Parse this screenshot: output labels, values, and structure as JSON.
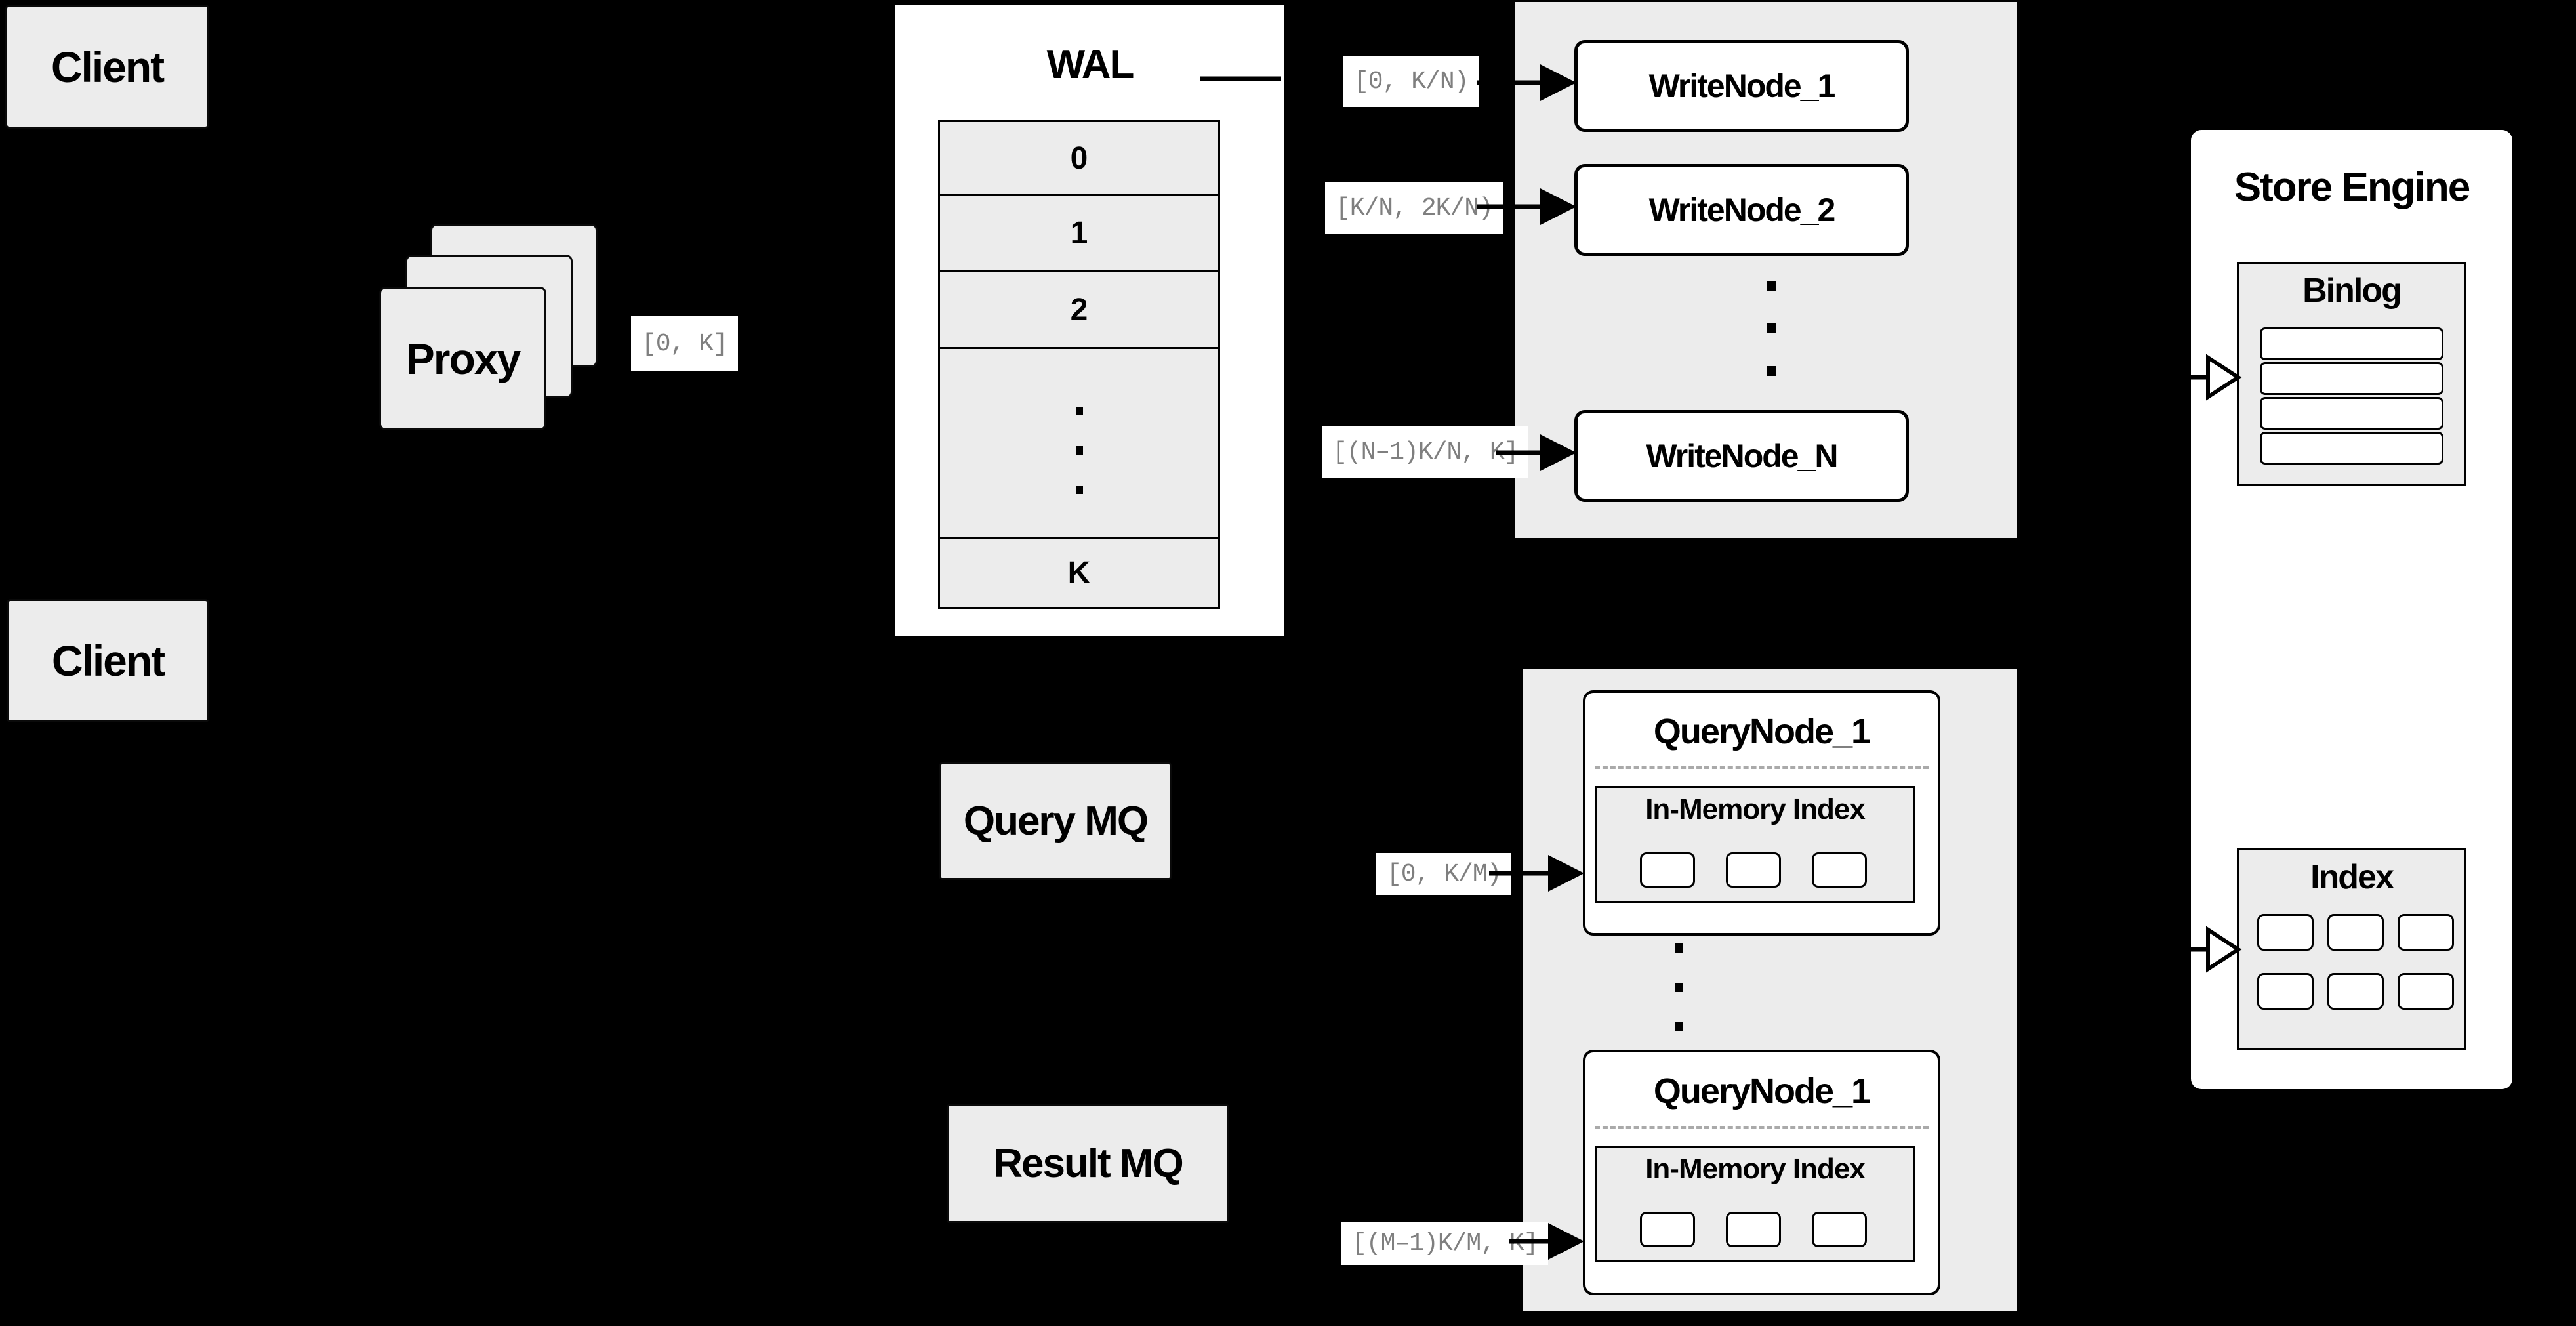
{
  "colors": {
    "background": "#000000",
    "box_fill": "#ececec",
    "node_fill": "#ffffff",
    "border": "#000000",
    "range_label_text": "#7f7f7f",
    "dashed_separator": "#aaaaaa"
  },
  "clients": {
    "top": "Client",
    "bottom": "Client"
  },
  "proxy": {
    "label": "Proxy",
    "range_label": "[0, K]"
  },
  "wal": {
    "title": "WAL",
    "rows": [
      "0",
      "1",
      "2",
      "K"
    ]
  },
  "write_section": {
    "labels": [
      "[0,  K/N)",
      "[K/N, 2K/N)",
      "[(N–1)K/N,  K]"
    ],
    "nodes": [
      "WriteNode_1",
      "WriteNode_2",
      "WriteNode_N"
    ]
  },
  "query_section": {
    "labels": [
      "[0, K/M)",
      "[(M–1)K/M, K]"
    ],
    "nodes": [
      {
        "title": "QueryNode_1",
        "panel_title": "In-Memory Index"
      },
      {
        "title": "QueryNode_1",
        "panel_title": "In-Memory Index"
      }
    ]
  },
  "mq": {
    "query": "Query MQ",
    "result": "Result MQ"
  },
  "store": {
    "title": "Store Engine",
    "binlog_title": "Binlog",
    "index_title": "Index"
  }
}
